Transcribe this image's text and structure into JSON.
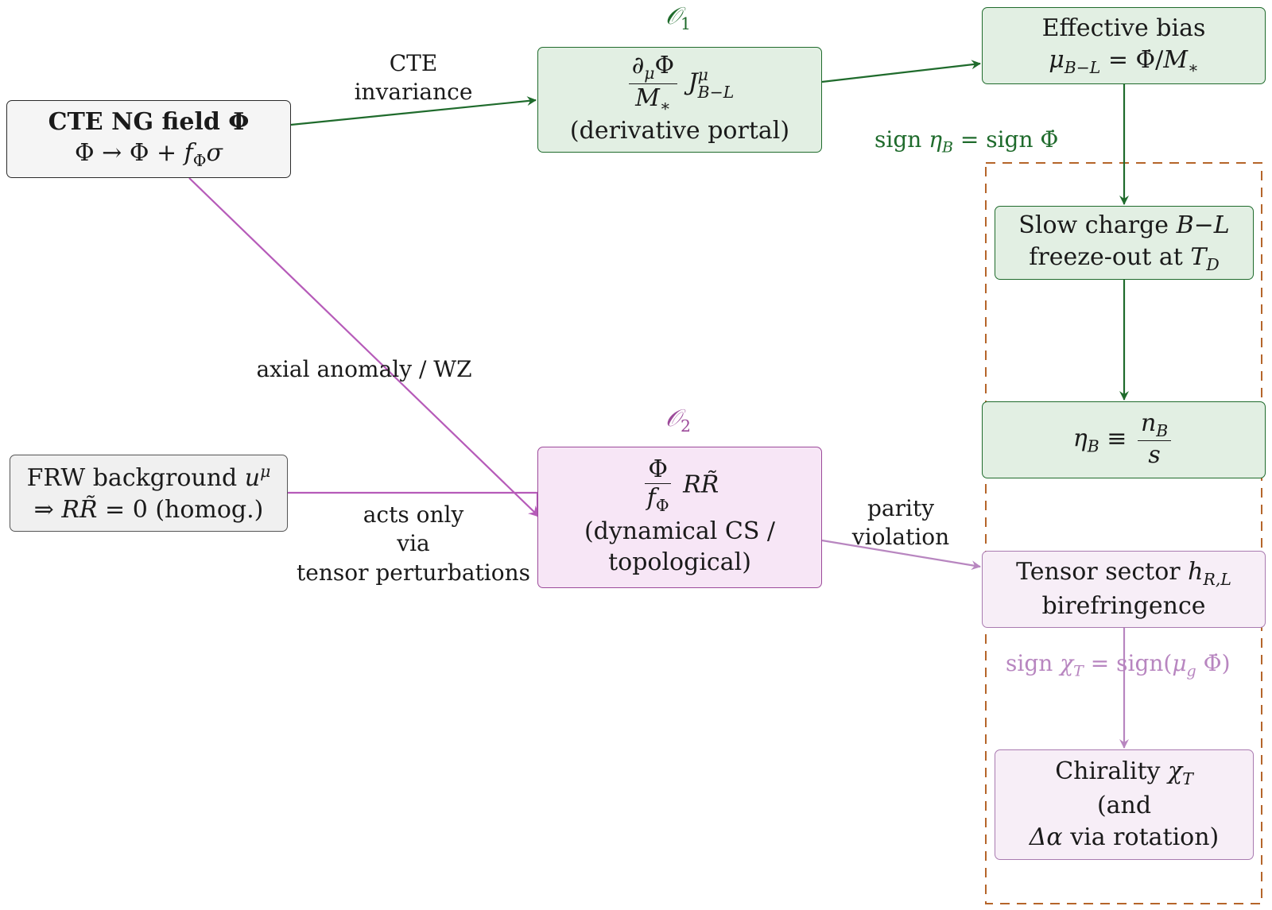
{
  "diagram": {
    "colors": {
      "green_edge": "#1f6b2c",
      "green_fill": "#e2efe3",
      "magenta_edge": "#b65bb9",
      "light_magenta_edge": "#b886c0",
      "pink_fill": "#f7e6f6",
      "light_pink_fill": "#f7eef7",
      "gray_fill": "#f5f5f5",
      "dashed_group": "#b5652a",
      "green_text": "#1f6b2c",
      "magenta_text": "#9c4a9a",
      "light_magenta_text": "#b886c0"
    },
    "operator_labels": {
      "o1": {
        "symbol": "𝒪",
        "sub": "1"
      },
      "o2": {
        "symbol": "𝒪",
        "sub": "2"
      }
    },
    "nodes": {
      "cte_field": {
        "line1": "CTE NG field Φ",
        "line2_parts": [
          "Φ → Φ + ",
          "f",
          "Φ",
          "σ"
        ]
      },
      "derivative_portal": {
        "frac_num": "∂",
        "frac_num_sub": "μ",
        "frac_num_rest": "Φ",
        "frac_den": "M",
        "frac_den_sub": "∗",
        "current": "J",
        "current_sup": "μ",
        "current_sub": "B−L",
        "caption": "(derivative portal)"
      },
      "effective_bias": {
        "line1": "Effective bias",
        "mu": "μ",
        "mu_sub": "B−L",
        "rhs": " = Φ̇/",
        "rhs_m": "M",
        "rhs_m_sub": "∗"
      },
      "slow_charge": {
        "line1_text": "Slow charge ",
        "line1_math": "B−L",
        "line2_text": "freeze-out at ",
        "line2_math": "T",
        "line2_sub": "D"
      },
      "eta_b": {
        "lhs": "η",
        "lhs_sub": "B",
        "equiv": " ≡ ",
        "num": "n",
        "num_sub": "B",
        "den": "s"
      },
      "frw_background": {
        "line1_text": "FRW background ",
        "line1_math": "u",
        "line1_sup": "μ",
        "line2_arrow": "⇒  ",
        "line2_math": "RR̃",
        "line2_rest": " = 0 (homog.)"
      },
      "chern_simons": {
        "frac_num": "Φ",
        "frac_den": "f",
        "frac_den_sub": "Φ",
        "term": "RR̃",
        "line2": "(dynamical CS /",
        "line3": "topological)"
      },
      "tensor_sector": {
        "line1_text": "Tensor sector ",
        "line1_math": "h",
        "line1_sub": "R,L",
        "line2": "birefringence"
      },
      "chirality": {
        "line1_text": "Chirality ",
        "line1_math": "χ",
        "line1_sub": "T",
        "line2": "(and",
        "line3_math": "Δα",
        "line3_text": " via rotation)"
      }
    },
    "edge_labels": {
      "cte_invariance": [
        "CTE",
        "invariance"
      ],
      "axial_anomaly": "axial anomaly / WZ",
      "acts_only": [
        "acts only",
        "via",
        "tensor perturbations"
      ],
      "parity_violation": [
        "parity",
        "violation"
      ],
      "sign_eta": {
        "pre": "sign ",
        "math": "η",
        "sub": "B",
        "post": " = sign Φ̇"
      },
      "sign_chi": {
        "pre": "sign ",
        "math": "χ",
        "sub": "T",
        "post": " = sign(",
        "mu": "μ",
        "mu_sub": "g",
        "end": " Φ̇)"
      }
    }
  }
}
